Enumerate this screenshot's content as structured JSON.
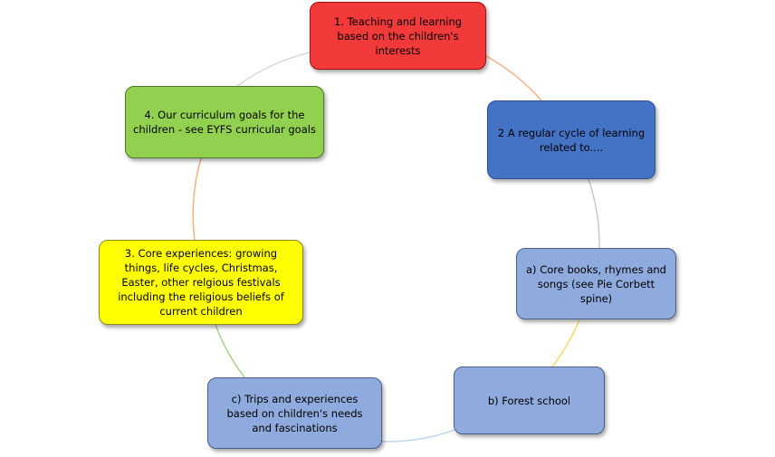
{
  "diagram": {
    "type": "cycle",
    "nodes": [
      {
        "id": "n1",
        "name": "node-teaching-learning",
        "text": "1. Teaching and learning based on the children's interests",
        "fill": "#f23a3a",
        "border": "#a01010"
      },
      {
        "id": "n2",
        "name": "node-regular-cycle",
        "text": "2 A regular cycle of learning related to....",
        "fill": "#4472c4",
        "border": "#2f4f8f"
      },
      {
        "id": "na",
        "name": "node-core-books",
        "text": "a) Core books, rhymes and songs (see Pie Corbett spine)",
        "fill": "#8faadc",
        "border": "#4a5f8a"
      },
      {
        "id": "nb",
        "name": "node-forest-school",
        "text": "b) Forest school",
        "fill": "#8faadc",
        "border": "#4a5f8a"
      },
      {
        "id": "nc",
        "name": "node-trips",
        "text": "c) Trips and experiences based on children's needs and fascinations",
        "fill": "#8faadc",
        "border": "#4a5f8a"
      },
      {
        "id": "n3",
        "name": "node-core-experiences",
        "text": "3. Core experiences: growing things, life cycles, Christmas, Easter, other relgious festivals including the religious beliefs of current children",
        "fill": "#ffff00",
        "border": "#8a8a20"
      },
      {
        "id": "n4",
        "name": "node-curriculum-goals",
        "text": "4. Our curriculum goals for the children - see EYFS curricular goals",
        "fill": "#92d050",
        "border": "#4c7a2a"
      }
    ],
    "connector_colors": [
      "#f4b183",
      "#c9c9c9",
      "#ffd966",
      "#bdd7ee",
      "#a9d18e",
      "#f4b183",
      "#d9d9d9"
    ]
  }
}
